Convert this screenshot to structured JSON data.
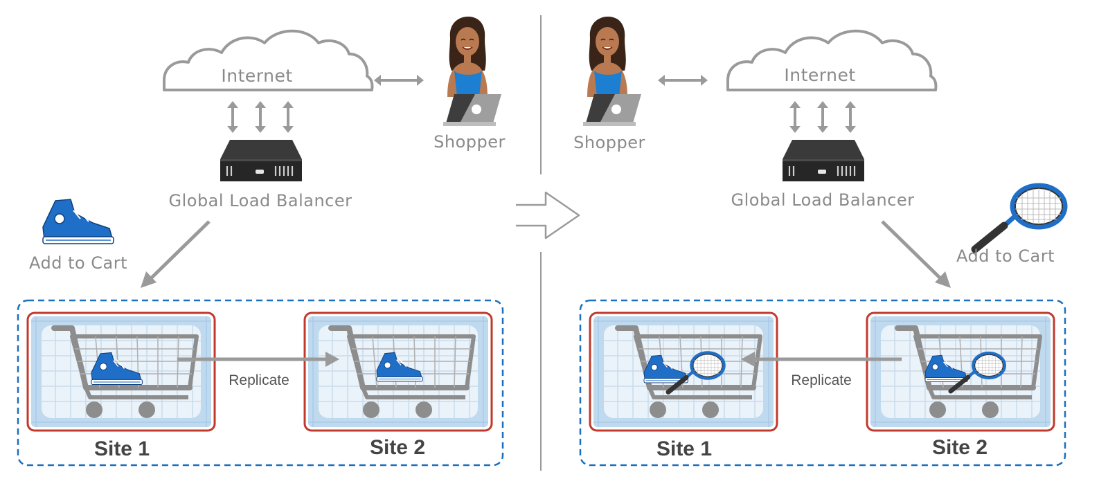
{
  "left": {
    "cloud_label": "Internet",
    "shopper_label": "Shopper",
    "balancer_label": "Global Load Balancer",
    "action_label": "Add to Cart",
    "action_item": "sneaker",
    "replicate_label": "Replicate",
    "replicate_direction": "site1-to-site2",
    "site1_label": "Site 1",
    "site2_label": "Site 2",
    "active_site": "Site 1"
  },
  "right": {
    "cloud_label": "Internet",
    "shopper_label": "Shopper",
    "balancer_label": "Global Load Balancer",
    "action_label": "Add to Cart",
    "action_item": "tennis-racket",
    "replicate_label": "Replicate",
    "replicate_direction": "site2-to-site1",
    "site1_label": "Site 1",
    "site2_label": "Site 2",
    "active_site": "Site 2"
  },
  "colors": {
    "arrow_gray": "#9a9a9a",
    "site_border": "#c0392b",
    "site_fill": "#bfd9ef",
    "region_dash": "#1a6fbf",
    "shoe_blue": "#1f6fc9",
    "shirt_blue": "#1d7fd1"
  }
}
